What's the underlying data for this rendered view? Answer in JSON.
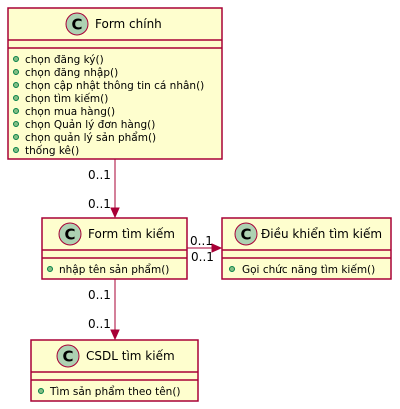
{
  "class_icon_letter": "C",
  "colors": {
    "box_fill": "#FEFECE",
    "border": "#A80036",
    "icon_fill": "#ADD1B2",
    "visibility_fill": "#84BE84"
  },
  "classes": {
    "form_chinh": {
      "name": "Form chính",
      "methods": [
        "chọn đăng ký()",
        "chọn đăng nhập()",
        "chọn cập nhật thông tin cá nhân()",
        "chọn tìm kiếm()",
        "chọn mua hàng()",
        "chọn Quản lý đơn hàng()",
        "chọn quản lý sản phẩm()",
        "thống kê()"
      ]
    },
    "form_tim_kiem": {
      "name": "Form tìm kiếm",
      "methods": [
        "nhập tên sản phẩm()"
      ]
    },
    "dieu_khien_tim_kiem": {
      "name": "Điều khiển tìm kiếm",
      "methods": [
        "Gọi chức năng tìm kiếm()"
      ]
    },
    "csdl_tim_kiem": {
      "name": "CSDL tìm kiếm",
      "methods": [
        "Tìm sản phẩm theo tên()"
      ]
    }
  },
  "relations": {
    "chinh_to_timkiem": {
      "source": "0..1",
      "target": "0..1"
    },
    "timkiem_to_dieukhien": {
      "source": "0..1",
      "target": "0..1"
    },
    "timkiem_to_csdl": {
      "source": "0..1",
      "target": "0..1"
    }
  }
}
